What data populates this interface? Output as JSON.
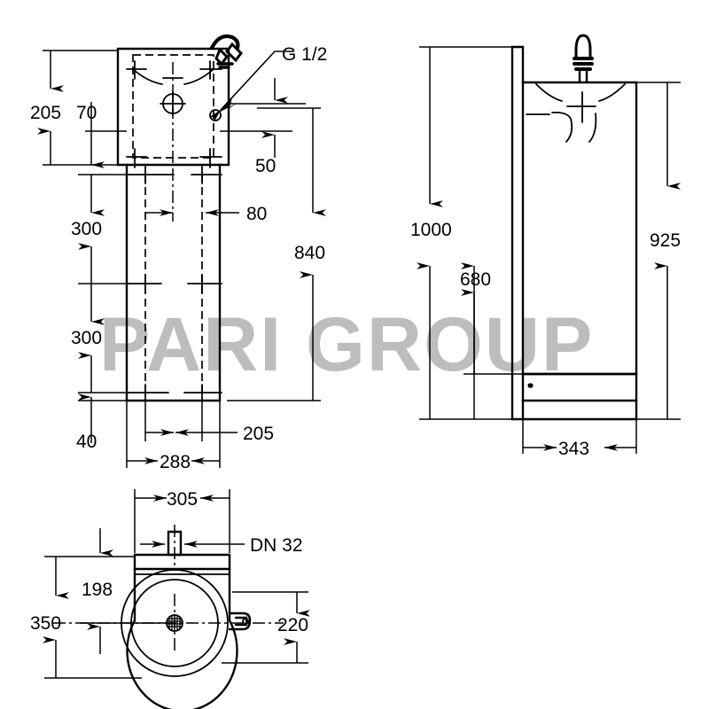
{
  "drawing": {
    "title": "Wash basin pedestal technical drawing",
    "watermark": "PARI GROUP",
    "units": "mm",
    "line_color": "#000000",
    "background_color": "#ffffff",
    "watermark_color": "#bdbdbd"
  },
  "views": {
    "front": {
      "name": "front-elevation",
      "dimensions": {
        "d205": "205",
        "d70": "70",
        "d300_upper": "300",
        "d300_lower": "300",
        "d40": "40",
        "d50": "50",
        "d80": "80",
        "d840": "840",
        "d205_bottom": "205",
        "d288": "288",
        "thread_label": "G 1/2"
      }
    },
    "side": {
      "name": "side-elevation",
      "dimensions": {
        "d1000": "1000",
        "d680": "680",
        "d925": "925",
        "d343": "343"
      }
    },
    "plan": {
      "name": "plan-view",
      "dimensions": {
        "d305": "305",
        "d198": "198",
        "d350": "350",
        "d220": "220",
        "outlet_label": "DN 32"
      }
    }
  },
  "labels": {
    "v205": "205",
    "v70": "70",
    "v300a": "300",
    "v300b": "300",
    "v40": "40",
    "v50": "50",
    "v80": "80",
    "v840": "840",
    "v205b": "205",
    "v288": "288",
    "vG12": "G 1/2",
    "v1000": "1000",
    "v680": "680",
    "v925": "925",
    "v343": "343",
    "v305": "305",
    "v198": "198",
    "v350": "350",
    "v220": "220",
    "vDN32": "DN 32",
    "watermark": "PARI GROUP"
  }
}
